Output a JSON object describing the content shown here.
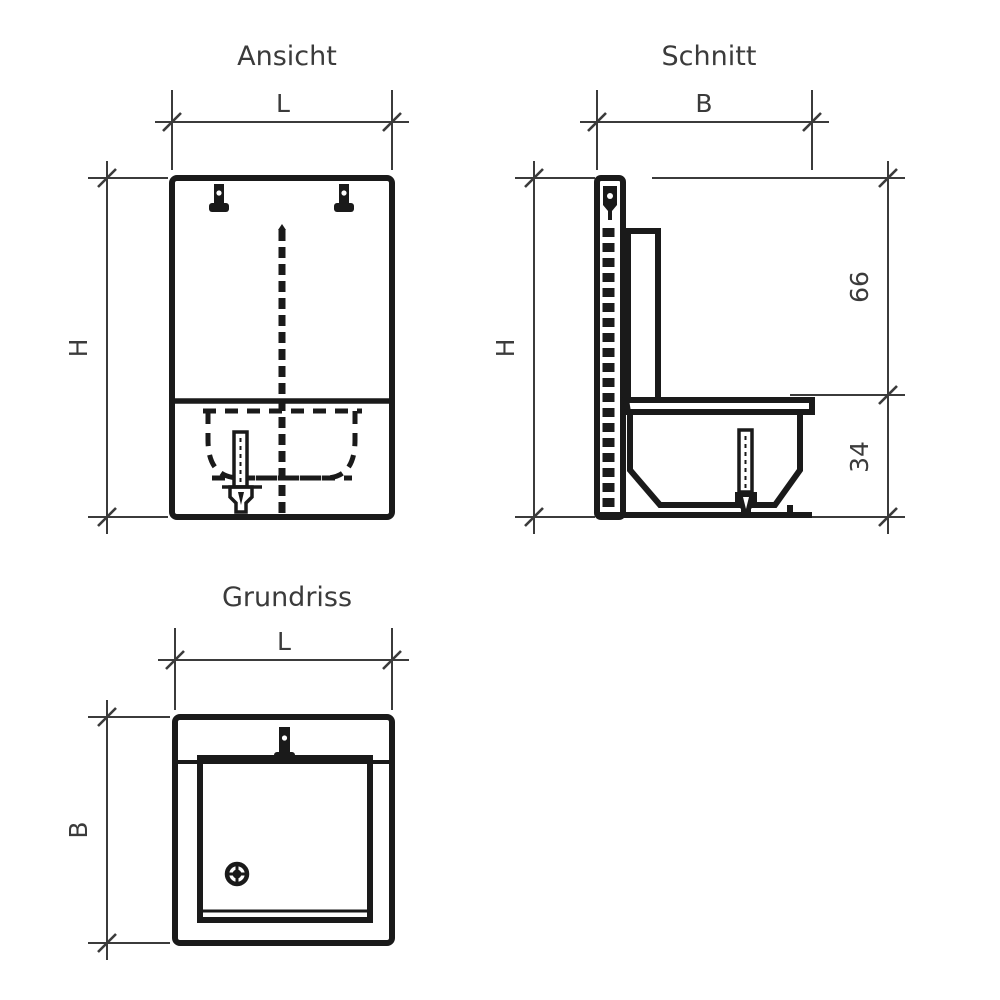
{
  "page": {
    "background_color": "#ffffff",
    "line_color": "#1a1a1a",
    "dim_line_color": "#3b3b3b",
    "text_color": "#3b3b3b"
  },
  "views": [
    {
      "id": "ansicht",
      "title": "Ansicht",
      "width_label": "L",
      "height_label": "H"
    },
    {
      "id": "schnitt",
      "title": "Schnitt",
      "width_label": "B",
      "height_label": "H",
      "segment_upper_label": "66",
      "segment_lower_label": "34"
    },
    {
      "id": "grundriss",
      "title": "Grundriss",
      "width_label": "L",
      "height_label": "B"
    }
  ],
  "dimensions": {
    "ansicht_width": "L",
    "ansicht_height": "H",
    "schnitt_width": "B",
    "schnitt_height": "H",
    "schnitt_upper": "66",
    "schnitt_lower": "34",
    "grundriss_width": "L",
    "grundriss_depth": "B"
  },
  "titles": {
    "ansicht": "Ansicht",
    "schnitt": "Schnitt",
    "grundriss": "Grundriss"
  }
}
